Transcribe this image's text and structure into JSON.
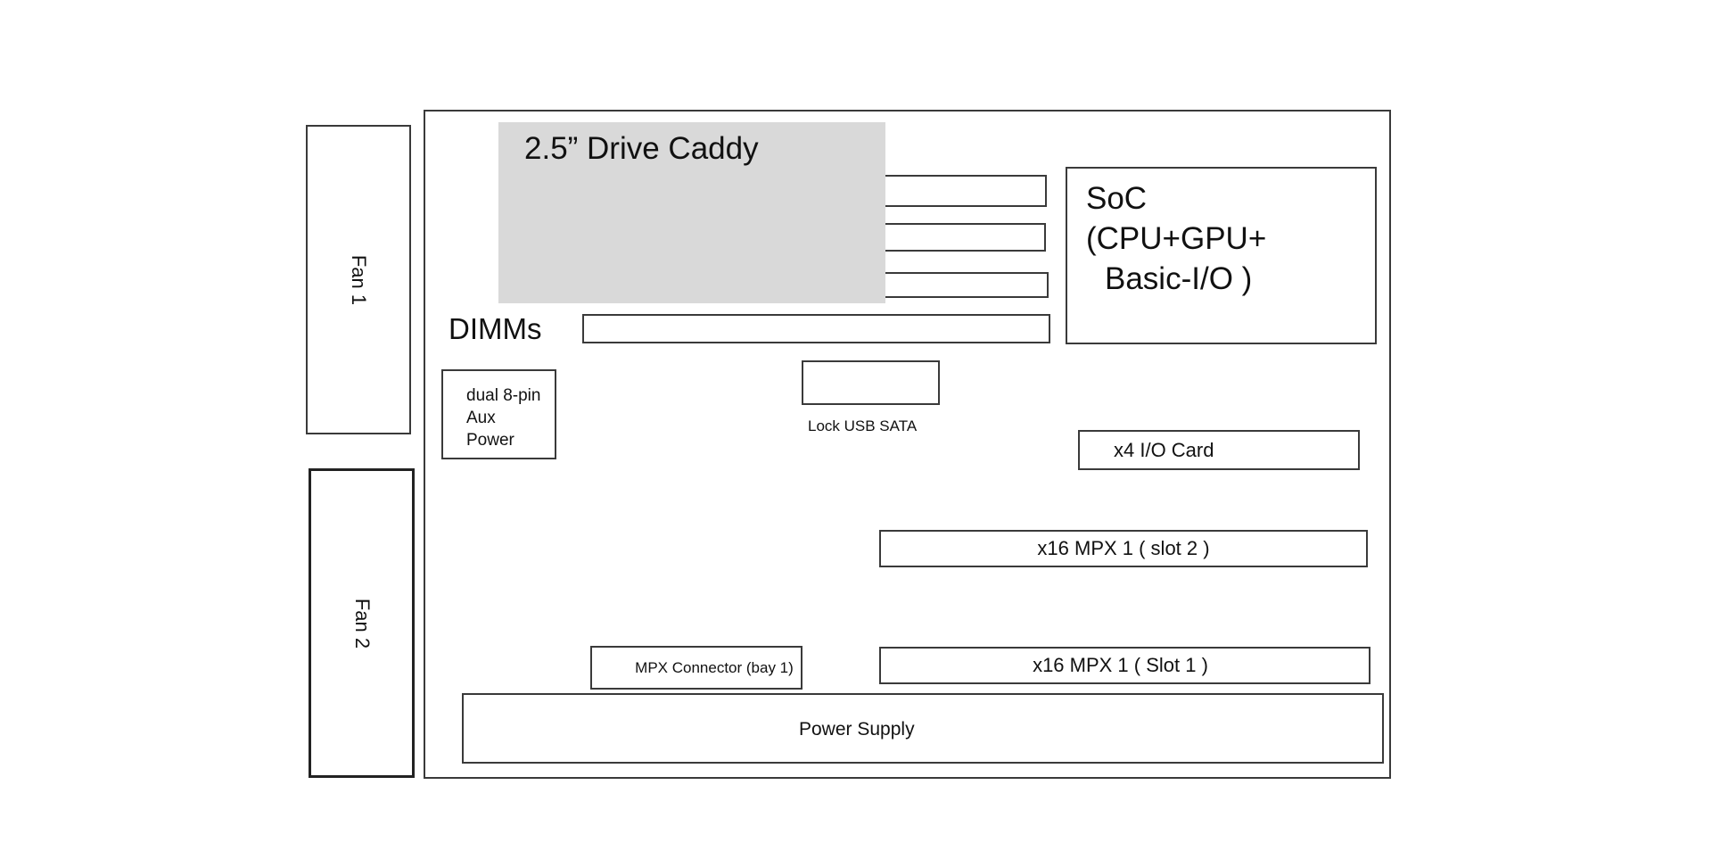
{
  "diagram": {
    "fans": [
      {
        "label": "Fan 1"
      },
      {
        "label": "Fan 2"
      }
    ],
    "drive_caddy": {
      "label": "2.5”  Drive Caddy"
    },
    "dimms": {
      "label": "DIMMs"
    },
    "soc": {
      "line1": "SoC",
      "line2": "(CPU+GPU+",
      "line3": "Basic-I/O )"
    },
    "aux_power": {
      "line1": "dual 8-pin",
      "line2": "Aux",
      "line3": "Power"
    },
    "ports": {
      "label": "Lock USB SATA"
    },
    "io_card": {
      "label": "x4 I/O Card"
    },
    "mpx_slot2": {
      "label": "x16 MPX 1 ( slot 2 )"
    },
    "mpx_slot1": {
      "label": "x16 MPX 1 ( Slot 1 )"
    },
    "mpx_connector": {
      "label": "MPX Connector (bay 1)"
    },
    "power_supply": {
      "label": "Power Supply"
    }
  },
  "colors": {
    "outline": "#3a3a3a",
    "caddy_fill": "#d9d9d9",
    "text": "#111111"
  }
}
